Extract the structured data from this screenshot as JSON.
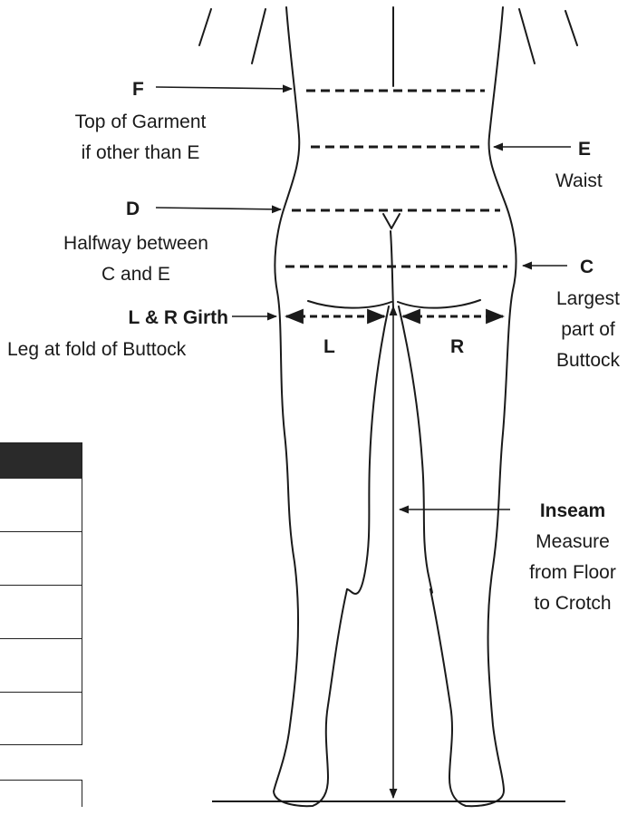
{
  "labels": {
    "F": {
      "letter": "F",
      "line1": "Top of Garment",
      "line2": "if other than E"
    },
    "E": {
      "letter": "E",
      "desc": "Waist"
    },
    "D": {
      "letter": "D",
      "line1": "Halfway between",
      "line2": "C and E"
    },
    "C": {
      "letter": "C",
      "line1": "Largest",
      "line2": "part of",
      "line3": "Buttock"
    },
    "girth": {
      "title": "L & R Girth",
      "desc": "Leg at fold of Buttock",
      "left": "L",
      "right": "R"
    },
    "inseam": {
      "title": "Inseam",
      "line1": "Measure",
      "line2": "from Floor",
      "line3": "to Crotch"
    }
  },
  "colors": {
    "ink": "#1a1a1a",
    "table_header": "#2a2a2a"
  }
}
